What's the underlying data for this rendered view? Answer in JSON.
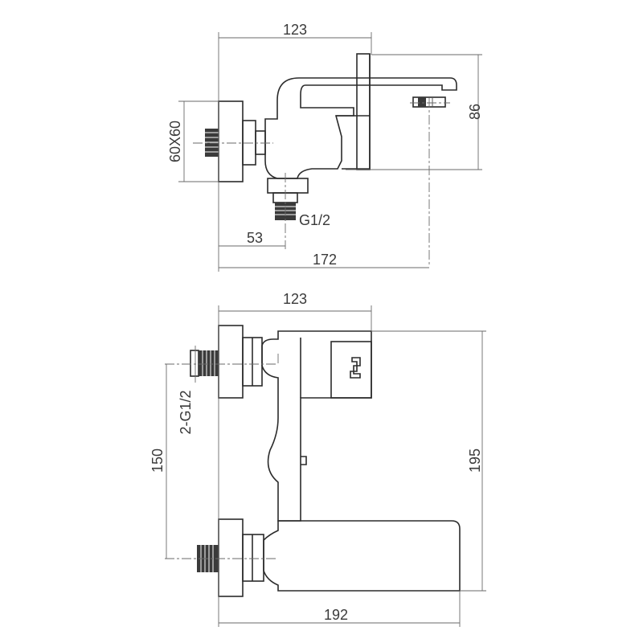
{
  "colors": {
    "line": "#2b2b2b",
    "dimension": "#6a6a6a",
    "background": "#ffffff"
  },
  "top_view": {
    "dim_width_top": "123",
    "dim_height_right": "86",
    "dim_flange_size": "60X60",
    "dim_outlet_thread": "G1/2",
    "dim_offset": "53",
    "dim_total_width": "172"
  },
  "front_view": {
    "dim_width_top": "123",
    "dim_inlet_thread": "2-G1/2",
    "dim_center_distance": "150",
    "dim_height_right": "195",
    "dim_total_width": "192"
  }
}
